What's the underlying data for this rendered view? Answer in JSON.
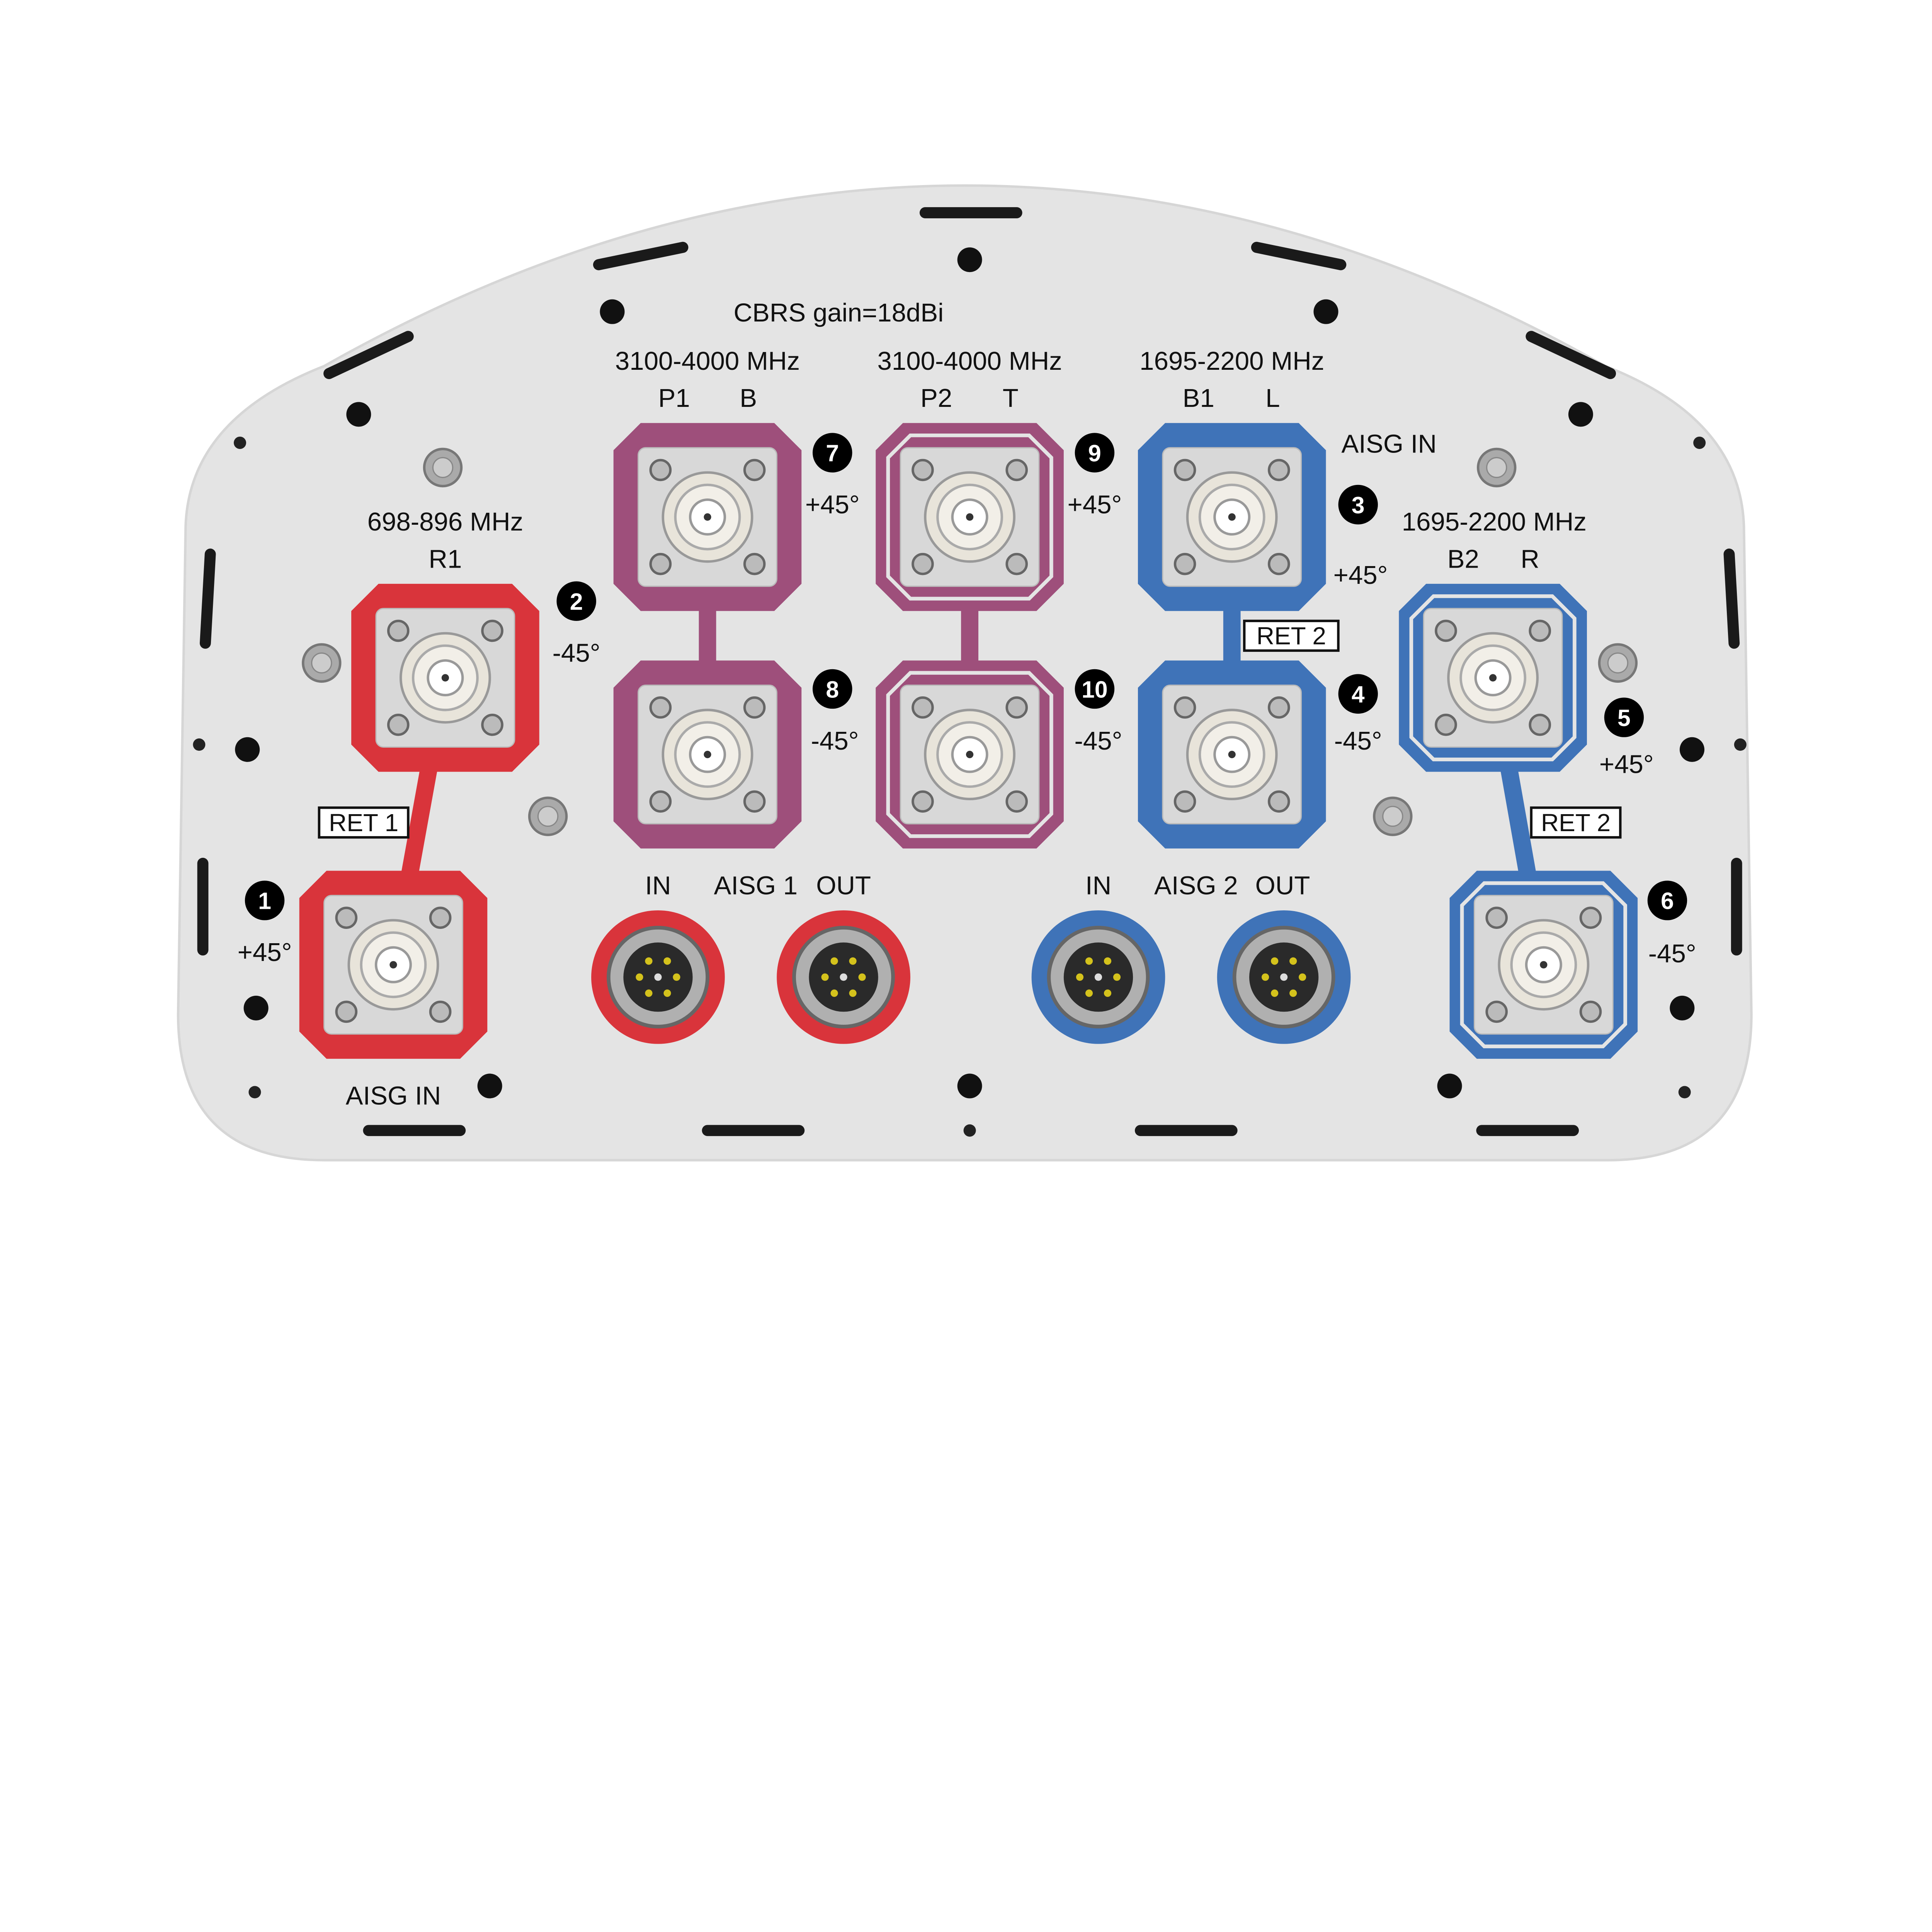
{
  "title": "CBRS gain=18dBi",
  "colors": {
    "red": "#D9343B",
    "magenta": "#9E4F7B",
    "blue": "#3F73B8",
    "panel": "#E4E4E4"
  },
  "bands": [
    {
      "freq": "698-896 MHz",
      "codes": [
        "R1"
      ]
    },
    {
      "freq": "3100-4000 MHz",
      "codes": [
        "P1",
        "B"
      ]
    },
    {
      "freq": "3100-4000 MHz",
      "codes": [
        "P2",
        "T"
      ]
    },
    {
      "freq": "1695-2200 MHz",
      "codes": [
        "B1",
        "L"
      ]
    },
    {
      "freq": "1695-2200 MHz",
      "codes": [
        "B2",
        "R"
      ]
    }
  ],
  "ports": [
    {
      "number": "1",
      "polarization": "+45°",
      "color": "red"
    },
    {
      "number": "2",
      "polarization": "-45°",
      "color": "red"
    },
    {
      "number": "3",
      "polarization": "+45°",
      "color": "blue"
    },
    {
      "number": "4",
      "polarization": "-45°",
      "color": "blue"
    },
    {
      "number": "5",
      "polarization": "+45°",
      "color": "blue"
    },
    {
      "number": "6",
      "polarization": "-45°",
      "color": "blue"
    },
    {
      "number": "7",
      "polarization": "+45°",
      "color": "magenta"
    },
    {
      "number": "8",
      "polarization": "-45°",
      "color": "magenta"
    },
    {
      "number": "9",
      "polarization": "+45°",
      "color": "magenta"
    },
    {
      "number": "10",
      "polarization": "-45°",
      "color": "magenta"
    }
  ],
  "ret_labels": [
    "RET 1",
    "RET 2",
    "RET 2"
  ],
  "aisg_in_labels": [
    "AISG  IN",
    "AISG  IN"
  ],
  "aisg_ports": [
    {
      "name": "AISG 1",
      "in": "IN",
      "out": "OUT",
      "color": "red"
    },
    {
      "name": "AISG 2",
      "in": "IN",
      "out": "OUT",
      "color": "blue"
    }
  ]
}
